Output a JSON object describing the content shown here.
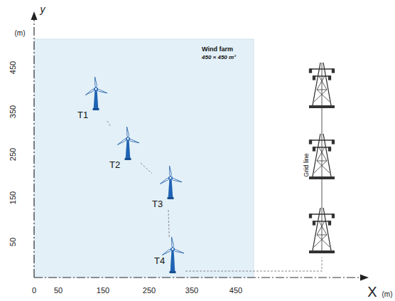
{
  "diagram": {
    "nodes": [
      {
        "text": [
          "Wind farm",
          "450 × 450 m²"
        ]
      },
      {
        "text": [
          "T1"
        ],
        "in": 0
      },
      {
        "text": [
          "T2"
        ],
        "in": 0
      },
      {
        "text": [
          "T3"
        ],
        "in": 0
      },
      {
        "text": [
          "T4"
        ],
        "in": 0
      },
      {
        "text": [
          "Grid line"
        ]
      }
    ],
    "edges": [
      {
        "from": 1,
        "to": 2,
        "arrow": "none"
      },
      {
        "from": 2,
        "to": 3,
        "arrow": "none"
      },
      {
        "from": 3,
        "to": 4,
        "arrow": "none"
      },
      {
        "from": 4,
        "to": 5,
        "arrow": "none"
      }
    ],
    "labels": [
      "y",
      "(m)",
      "450",
      "350",
      "250",
      "150",
      "50",
      "0",
      "50",
      "150",
      "250",
      "350",
      "450",
      "X",
      "(m)"
    ]
  }
}
